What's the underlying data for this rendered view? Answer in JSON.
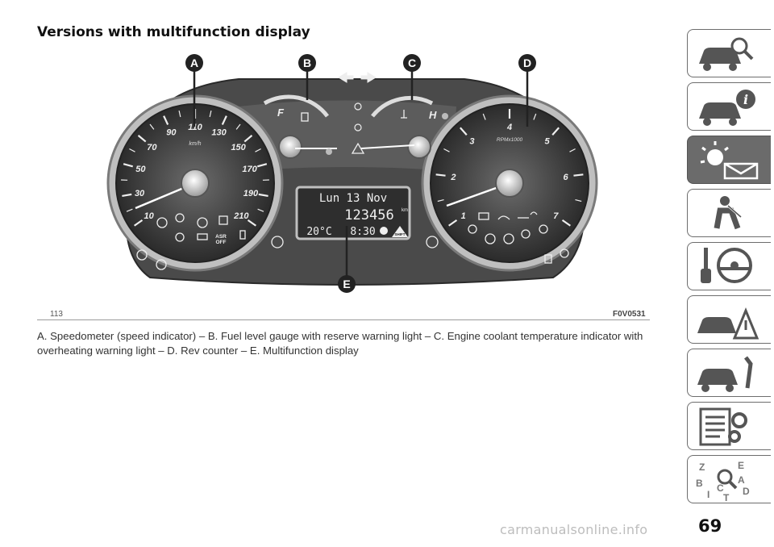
{
  "section_title": "Versions with multifunction display",
  "figure": {
    "number": "113",
    "code": "F0V0531",
    "callouts": [
      "A",
      "B",
      "C",
      "D",
      "E"
    ],
    "speedometer": {
      "labels": [
        "10",
        "30",
        "50",
        "70",
        "90",
        "110",
        "130",
        "150",
        "170",
        "190",
        "210"
      ],
      "unit": "km/h"
    },
    "rev_counter": {
      "labels": [
        "1",
        "2",
        "3",
        "4",
        "5",
        "6",
        "7"
      ],
      "unit": "RPMx1000"
    },
    "fuel_gauge": {
      "full": "F"
    },
    "temp_gauge": {
      "hot": "H"
    },
    "display": {
      "date": "Lun 13 Nov",
      "odometer": "123456",
      "odometer_unit": "km",
      "temperature": "20°C",
      "time": "8:30",
      "shift": "SHIFT"
    },
    "asr_label": "ASR\nOFF"
  },
  "caption": "A. Speedometer (speed indicator) – B. Fuel level gauge with reserve warning light – C. Engine coolant temperature indicator with overheating warning light – D. Rev counter – E. Multifunction display",
  "sidebar": {
    "tabs": [
      {
        "icon": "car-search-icon",
        "active": false
      },
      {
        "icon": "car-info-icon",
        "active": false
      },
      {
        "icon": "warning-light-envelope-icon",
        "active": true
      },
      {
        "icon": "airbag-person-icon",
        "active": false
      },
      {
        "icon": "steering-key-icon",
        "active": false
      },
      {
        "icon": "car-warning-triangle-icon",
        "active": false
      },
      {
        "icon": "car-wrench-icon",
        "active": false
      },
      {
        "icon": "list-gear-icon",
        "active": false
      },
      {
        "icon": "index-search-icon",
        "active": false
      }
    ],
    "index_letters": [
      "Z",
      "E",
      "B",
      "A",
      "C",
      "D",
      "T",
      "I"
    ]
  },
  "page_number": "69",
  "watermark": "carmanualsonline.info"
}
